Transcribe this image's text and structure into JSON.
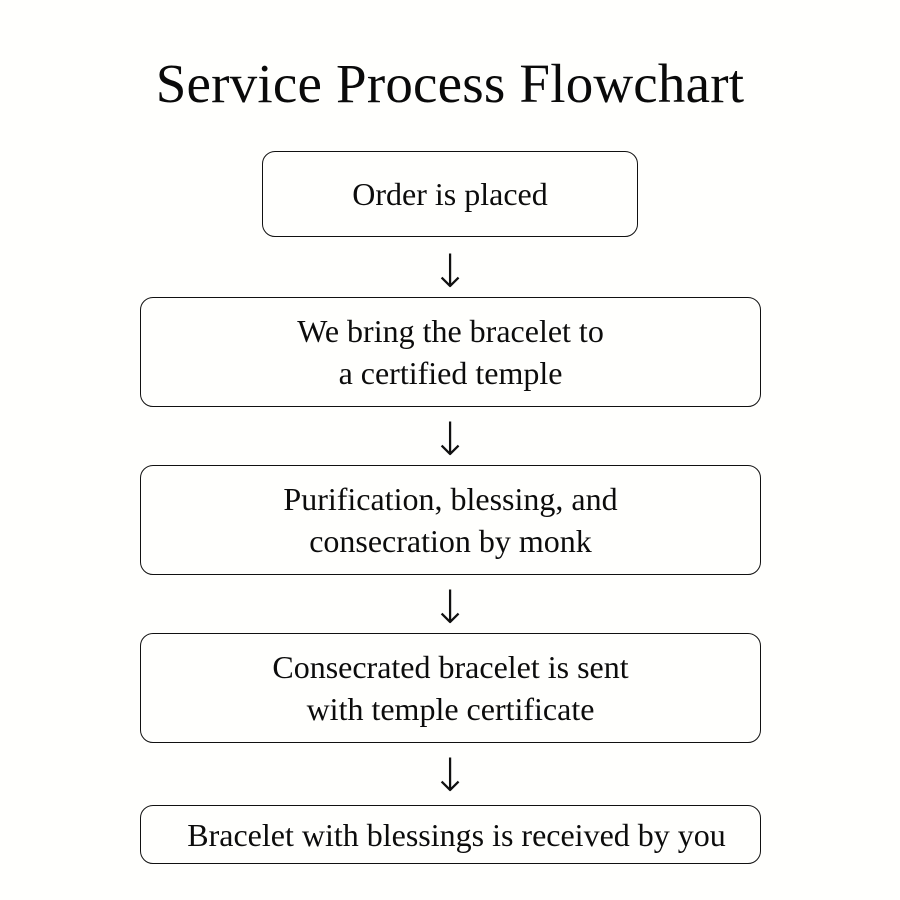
{
  "page": {
    "title": "Service Process Flowchart",
    "background_color": "#fffffd",
    "text_color": "#0c0c0c",
    "border_color": "#111111"
  },
  "flowchart": {
    "type": "flowchart",
    "orientation": "top-to-bottom",
    "connector_glyph": "↓",
    "connector_name": "down-arrow",
    "nodes": [
      {
        "id": "step-1",
        "shape": "rounded-rectangle",
        "label": "Order is placed"
      },
      {
        "id": "step-2",
        "shape": "rounded-rectangle",
        "label": "We bring the bracelet to\na certified temple"
      },
      {
        "id": "step-3",
        "shape": "rounded-rectangle",
        "label": "Purification, blessing, and\nconsecration by monk"
      },
      {
        "id": "step-4",
        "shape": "rounded-rectangle",
        "label": "Consecrated bracelet is sent\nwith temple certificate"
      },
      {
        "id": "step-5",
        "shape": "rounded-rectangle",
        "label": "Bracelet with blessings is received by you"
      }
    ],
    "connectors": [
      {
        "id": "arrow-1",
        "from": "step-1",
        "to": "step-2",
        "glyph": "↓"
      },
      {
        "id": "arrow-2",
        "from": "step-2",
        "to": "step-3",
        "glyph": "↓"
      },
      {
        "id": "arrow-3",
        "from": "step-3",
        "to": "step-4",
        "glyph": "↓"
      },
      {
        "id": "arrow-4",
        "from": "step-4",
        "to": "step-5",
        "glyph": "↓"
      }
    ]
  }
}
